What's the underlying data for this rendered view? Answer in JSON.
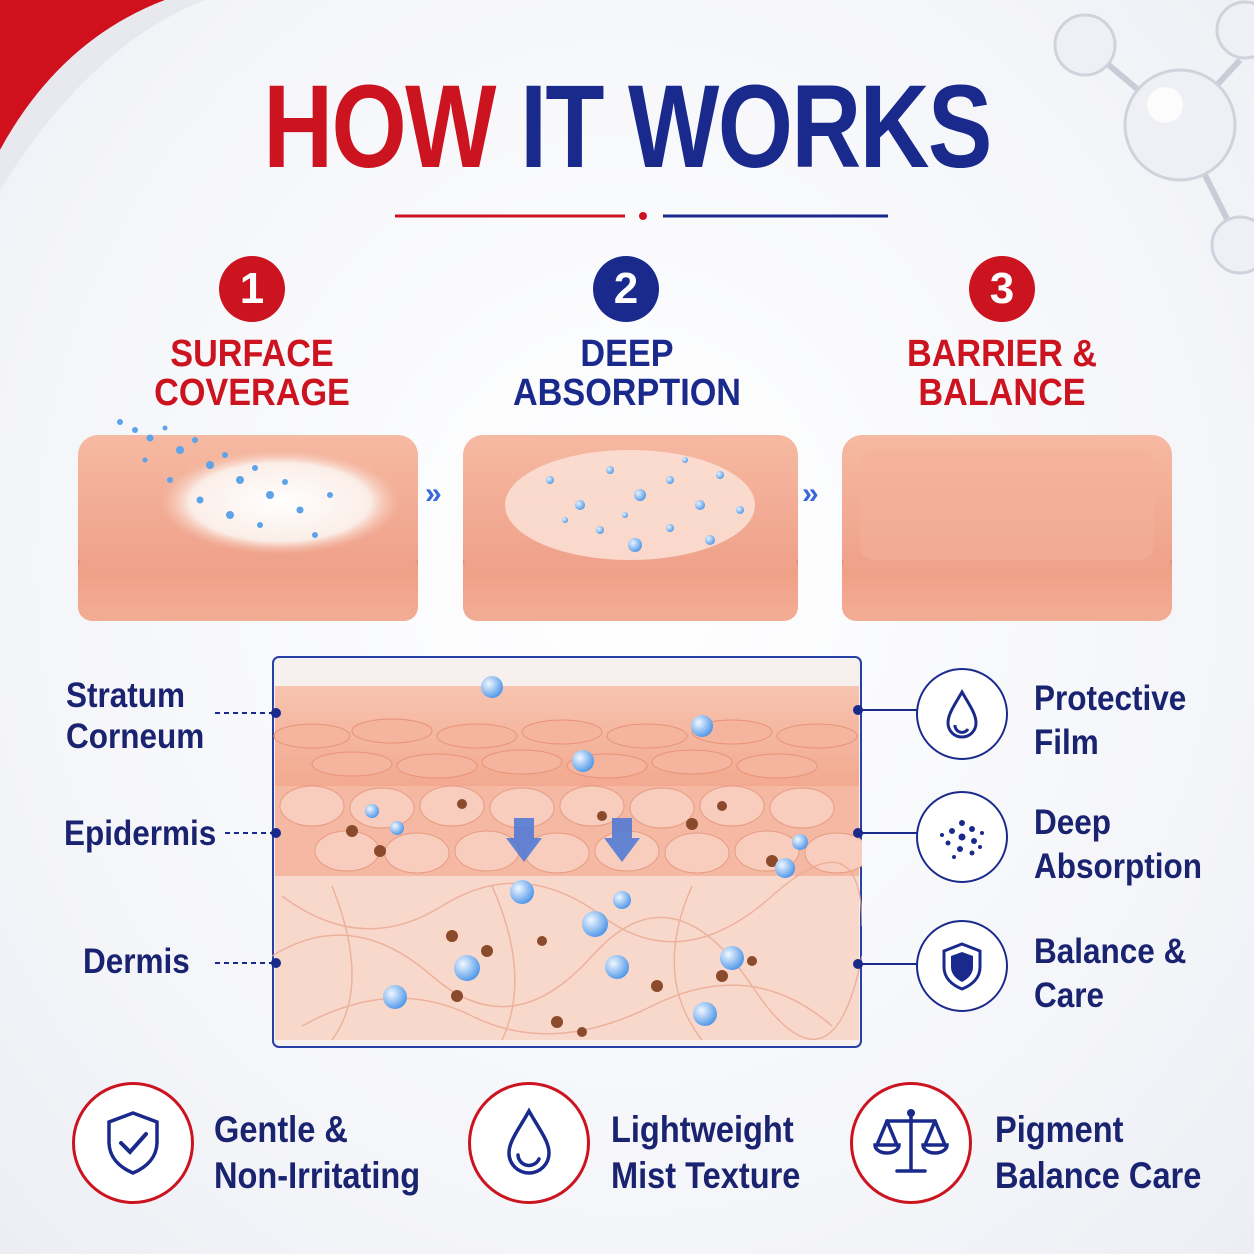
{
  "title": {
    "part1": "HOW",
    "part2": "IT WORKS"
  },
  "steps": [
    {
      "number": "1",
      "title_line1": "SURFACE",
      "title_line2": "COVERAGE"
    },
    {
      "number": "2",
      "title_line1": "DEEP",
      "title_line2": "ABSORPTION"
    },
    {
      "number": "3",
      "title_line1": "BARRIER &",
      "title_line2": "BALANCE"
    }
  ],
  "layers": [
    {
      "line1": "Stratum",
      "line2": "Corneum"
    },
    {
      "line1": "Epidermis"
    },
    {
      "line1": "Dermis"
    }
  ],
  "benefits": [
    {
      "line1": "Protective",
      "line2": "Film",
      "icon": "droplet-icon"
    },
    {
      "line1": "Deep",
      "line2": "Absorption",
      "icon": "dots-icon"
    },
    {
      "line1": "Balance &",
      "line2": "Care",
      "icon": "shield-icon"
    }
  ],
  "features": [
    {
      "line1": "Gentle &",
      "line2": "Non-Irritating",
      "icon": "shield-check-icon"
    },
    {
      "line1": "Lightweight",
      "line2": "Mist Texture",
      "icon": "droplet-icon"
    },
    {
      "line1": "Pigment",
      "line2": "Balance Care",
      "icon": "scale-icon"
    }
  ],
  "colors": {
    "red": "#cc1420",
    "navy": "#1a2a8c",
    "skin": "#f1a78e",
    "particle": "#7fb8f0"
  }
}
